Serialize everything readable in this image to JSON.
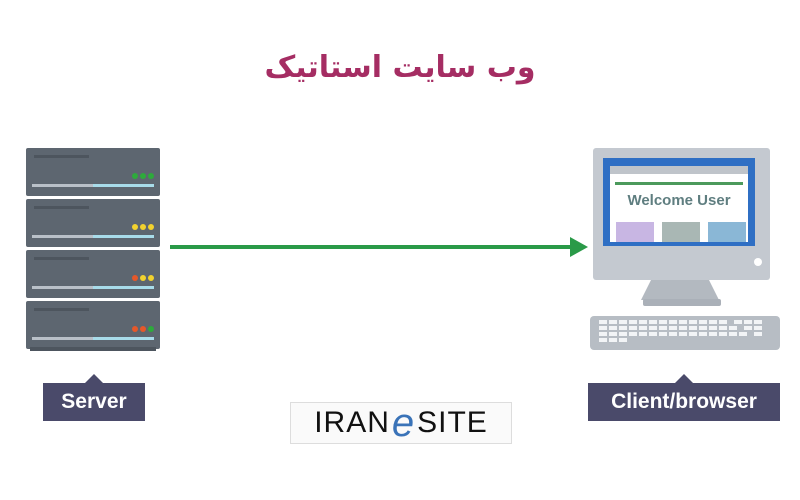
{
  "title": "وب سایت استاتیک",
  "server": {
    "label": "Server",
    "led_rows": [
      [
        "#2eaa3c",
        "#2eaa3c",
        "#2eaa3c"
      ],
      [
        "#f2d22e",
        "#f2d22e",
        "#f2d22e"
      ],
      [
        "#e5582a",
        "#f2d22e",
        "#f2d22e"
      ],
      [
        "#e5582a",
        "#e5582a",
        "#2eaa3c"
      ]
    ]
  },
  "client": {
    "label": "Client/browser",
    "screen_text": "Welcome User"
  },
  "logo": {
    "left": "IRAN",
    "mid": "e",
    "right": "SITE"
  },
  "colors": {
    "arrow": "#2a9a48",
    "title": "#a52d63",
    "label_bg": "#4a4a6a",
    "screen_border": "#2f6fc4"
  }
}
